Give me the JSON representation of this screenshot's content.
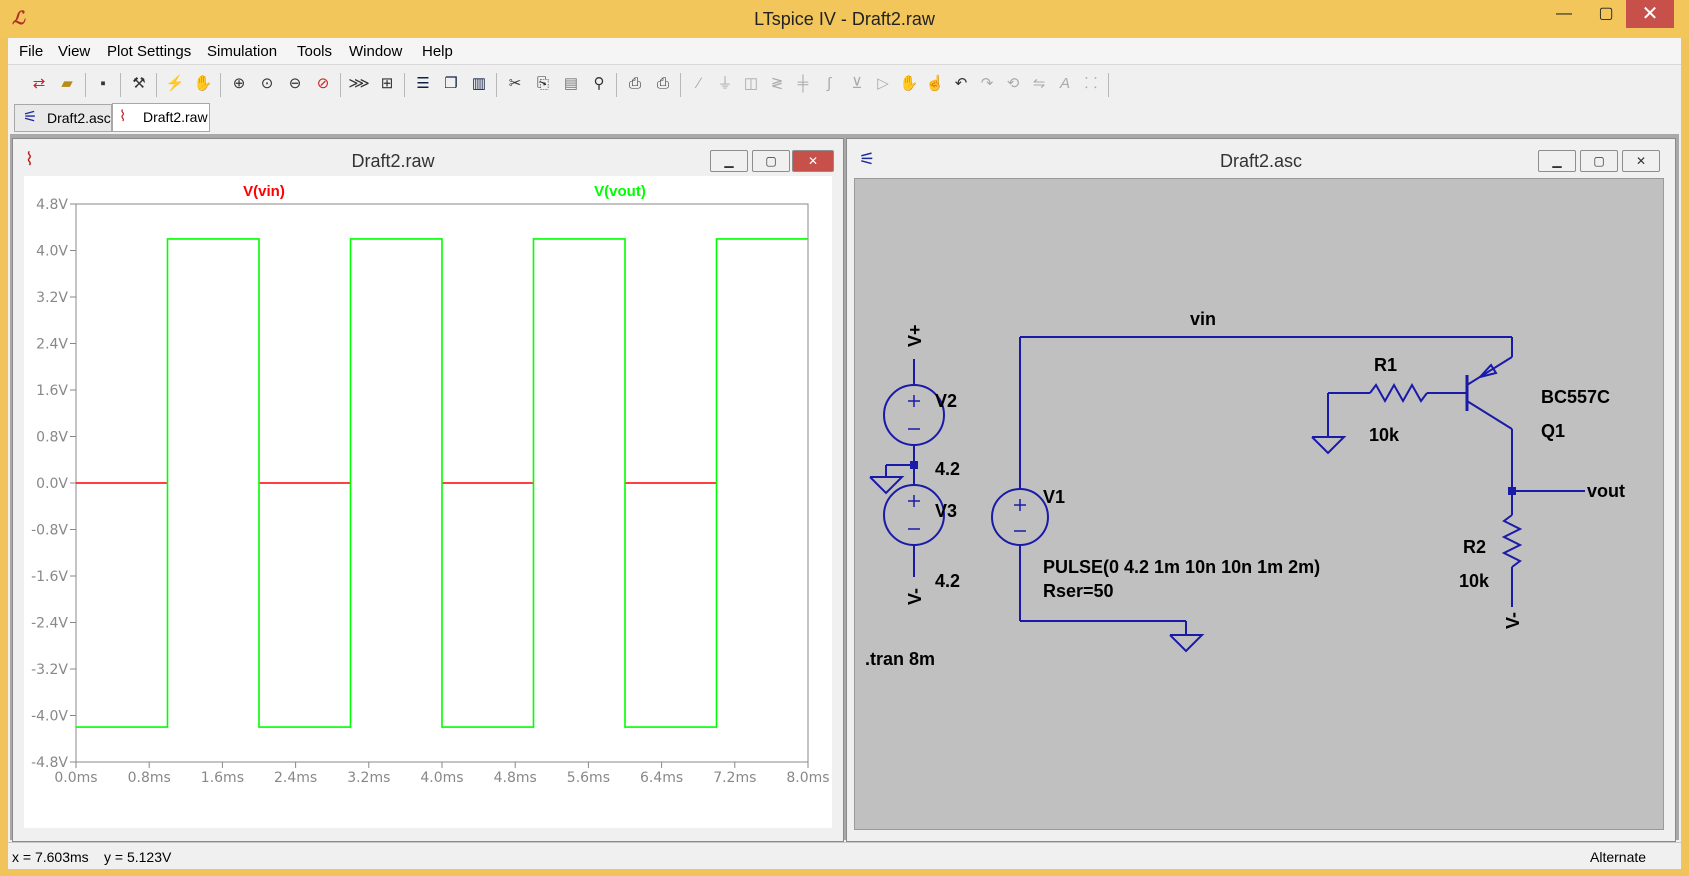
{
  "app": {
    "title": "LTspice IV - Draft2.raw",
    "window_controls": {
      "minimize": "—",
      "maximize": "▢",
      "close": "✕"
    }
  },
  "menu": [
    "File",
    "View",
    "Plot Settings",
    "Simulation",
    "Tools",
    "Window",
    "Help"
  ],
  "toolbar_icons": [
    "new-schematic-icon",
    "open-icon",
    "save-icon",
    "control-panel-icon",
    "run-icon",
    "pan-hand-icon",
    "zoom-in-icon",
    "zoom-area-icon",
    "zoom-out-icon",
    "zoom-cancel-icon",
    "autorange-icon",
    "plot-settings-icon",
    "tile-horizontal-icon",
    "cascade-icon",
    "tile-vertical-icon",
    "cut-icon",
    "copy-icon",
    "paste-icon",
    "find-icon",
    "print-preview-icon",
    "print-icon",
    "wire-icon",
    "ground-icon",
    "label-icon",
    "resistor-icon",
    "capacitor-icon",
    "inductor-icon",
    "diode-icon",
    "component-icon",
    "move-icon",
    "drag-icon",
    "undo-icon",
    "redo-icon",
    "rotate-icon",
    "mirror-icon",
    "text-icon",
    "spice-directive-icon"
  ],
  "tabs": [
    {
      "label": "Draft2.asc",
      "icon": "schematic-icon",
      "active": false
    },
    {
      "label": "Draft2.raw",
      "icon": "waveform-icon",
      "active": true
    }
  ],
  "plot_window": {
    "title": "Draft2.raw"
  },
  "schematic_window": {
    "title": "Draft2.asc"
  },
  "chart_data": {
    "type": "line",
    "x": [
      0,
      0.001,
      0.001,
      0.002,
      0.002,
      0.003,
      0.003,
      0.004,
      0.004,
      0.005,
      0.005,
      0.006,
      0.006,
      0.007,
      0.007,
      0.008
    ],
    "series": [
      {
        "name": "V(vin)",
        "color": "#ff0000",
        "values": [
          0,
          0,
          null,
          null,
          0,
          0,
          null,
          null,
          0,
          0,
          null,
          null,
          0,
          0,
          null,
          null
        ]
      },
      {
        "name": "V(vout)",
        "color": "#00ff00",
        "values": [
          -4.2,
          -4.2,
          4.2,
          4.2,
          -4.2,
          -4.2,
          4.2,
          4.2,
          -4.2,
          -4.2,
          4.2,
          4.2,
          -4.2,
          -4.2,
          4.2,
          4.2
        ]
      }
    ],
    "xlim": [
      0,
      0.008
    ],
    "ylim": [
      -4.8,
      4.8
    ],
    "xticks": [
      "0.0ms",
      "0.8ms",
      "1.6ms",
      "2.4ms",
      "3.2ms",
      "4.0ms",
      "4.8ms",
      "5.6ms",
      "6.4ms",
      "7.2ms",
      "8.0ms"
    ],
    "yticks": [
      "4.8V",
      "4.0V",
      "3.2V",
      "2.4V",
      "1.6V",
      "0.8V",
      "0.0V",
      "-0.8V",
      "-1.6V",
      "-2.4V",
      "-3.2V",
      "-4.0V",
      "-4.8V"
    ],
    "grid": false
  },
  "schematic": {
    "labels": {
      "vin": "vin",
      "vout": "vout",
      "vplus": "V+",
      "vminus_top": "V-",
      "vminus_bottom": "V-",
      "V2": "V2",
      "V2_value": "4.2",
      "V3": "V3",
      "V3_value": "4.2",
      "V1": "V1",
      "V1_pulse": "PULSE(0 4.2 1m 10n 10n 1m 2m)",
      "V1_rser": "Rser=50",
      "R1": "R1",
      "R1_value": "10k",
      "R2": "R2",
      "R2_value": "10k",
      "Q1_model": "BC557C",
      "Q1": "Q1",
      "tran": ".tran 8m"
    }
  },
  "status": {
    "x": "x = 7.603ms",
    "y": "y = 5.123V",
    "mode": "Alternate"
  }
}
